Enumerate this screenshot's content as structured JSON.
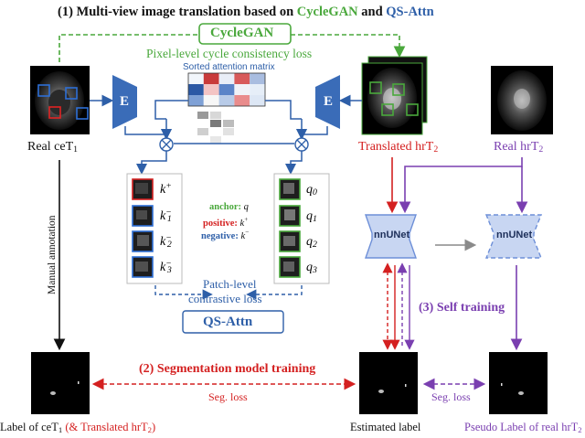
{
  "title": {
    "prefix": "(1) Multi-view image translation based on ",
    "cyclegan": "CycleGAN",
    "and": " and ",
    "qsattn": "QS-Attn"
  },
  "cyclegan_box": {
    "label": "CycleGAN"
  },
  "cycle_loss": "Pixel-level cycle consistency loss",
  "attention_matrix": "Sorted attention matrix",
  "encoder_label": "E",
  "images": {
    "real_cet1": "Real ceT",
    "real_cet1_sub": "1",
    "translated_hrt2": "Translated hrT",
    "translated_hrt2_sub": "2",
    "real_hrt2": "Real hrT",
    "real_hrt2_sub": "2"
  },
  "keys": [
    {
      "base": "k",
      "sup": "+",
      "sub": ""
    },
    {
      "base": "k",
      "sup": "−",
      "sub": "1"
    },
    {
      "base": "k",
      "sup": "−",
      "sub": "2"
    },
    {
      "base": "k",
      "sup": "−",
      "sub": "3"
    }
  ],
  "queries": [
    {
      "base": "q",
      "sub": "0"
    },
    {
      "base": "q",
      "sub": "1"
    },
    {
      "base": "q",
      "sub": "2"
    },
    {
      "base": "q",
      "sub": "3"
    }
  ],
  "legend": {
    "anchor": "anchor:",
    "anchor_sym": "q",
    "positive": "positive:",
    "positive_sym": "k",
    "positive_sup": "+",
    "negative": "negative:",
    "negative_sym": "k",
    "negative_sup": "−"
  },
  "contrastive_loss_line1": "Patch-level",
  "contrastive_loss_line2": "contrastive loss",
  "qsattn_box": "QS-Attn",
  "nnunet_1": "nnUNet",
  "nnunet_2": "nnUNet",
  "self_training": "(3) Self training",
  "seg_training": "(2) Segmentation model training",
  "manual_annotation": "Manual annotation",
  "seg_loss_1": "Seg. loss",
  "seg_loss_2": "Seg. loss",
  "bottom_labels": {
    "label_cet1_a": "Label of ceT",
    "label_cet1_sub": "1",
    "label_cet1_b": " (& Translated hrT",
    "label_cet1_sub2": "2",
    "label_cet1_c": ")",
    "estimated": "Estimated label",
    "pseudo_a": "Pseudo Label of real hrT",
    "pseudo_sub": "2"
  },
  "colors": {
    "green": "#4aa83c",
    "blue": "#2e5fa8",
    "red": "#d42020",
    "purple": "#7a3fb0",
    "encoder": "#3a6cb8",
    "nnunet_fill": "#c8d6f2",
    "nnunet_border": "#6d8fd8",
    "arrow_gray": "#8a8a8a"
  },
  "attention_cells": [
    [
      "#f2f6fb",
      "#c93b3b",
      "#e9eef7",
      "#d85a5a",
      "#a9bde0"
    ],
    [
      "#2c59a5",
      "#f4c4c4",
      "#5b84c8",
      "#f0f2f7",
      "#e6eef8"
    ],
    [
      "#7fa1d6",
      "#f7f7f7",
      "#b8cbe8",
      "#e98c8c",
      "#dde7f5"
    ]
  ]
}
